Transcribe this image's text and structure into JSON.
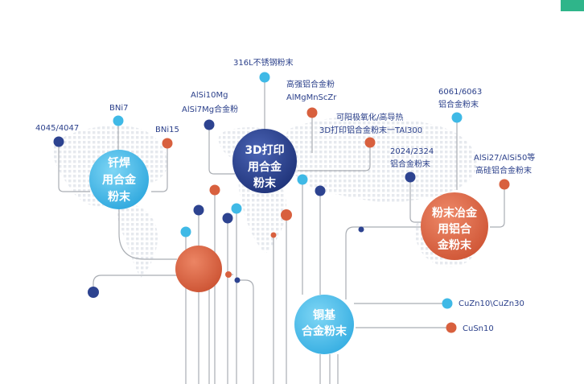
{
  "hubs": {
    "solder": [
      "钎焊",
      "用合金",
      "粉末"
    ],
    "print3d": [
      "3D打印",
      "用合金",
      "粉末"
    ],
    "metallurgy": [
      "粉末冶金",
      "用铝合",
      "金粉末"
    ],
    "copper": [
      "铜基",
      "合金粉末"
    ]
  },
  "labels": {
    "al4045": "4045/4047",
    "bni7": "BNi7",
    "bni15": "BNi15",
    "alsi10": "AlSi10Mg",
    "alsi7": "AlSi7Mg合金粉",
    "ss316": "316L不锈钢粉末",
    "hs_al": "高强铝合金粉",
    "almg": "AlMgMnScZr",
    "anod": "可阳极氧化/高导热",
    "tal300": "3D打印铝合金粉末一TAl300",
    "al2024": "2024/2324",
    "al2024b": "铝合金粉末",
    "al6061": "6061/6063",
    "al6061b": "铝合金粉末",
    "alsi27": "AlSi27/AlSi50等",
    "alsi27b": "高硅铝合金粉末",
    "cuzn": "CuZn10\\CuZn30",
    "cusn": "CuSn10"
  },
  "colors": {
    "navy": "#2d4390",
    "orange": "#d8603e",
    "cyan": "#3fb9e6",
    "line": "#a9adb3"
  }
}
